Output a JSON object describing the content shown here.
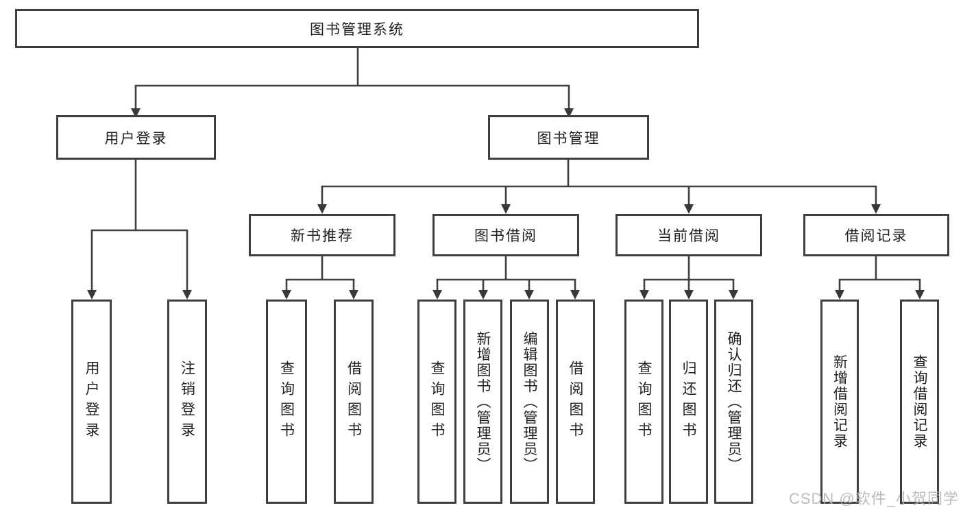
{
  "diagram": {
    "root": {
      "label": "图书管理系统"
    },
    "level2": [
      {
        "id": "user-login",
        "label": "用户登录"
      },
      {
        "id": "book-management",
        "label": "图书管理"
      }
    ],
    "level3": [
      {
        "id": "new-book-recommend",
        "label": "新书推荐"
      },
      {
        "id": "book-borrow",
        "label": "图书借阅"
      },
      {
        "id": "current-borrow",
        "label": "当前借阅"
      },
      {
        "id": "borrow-records",
        "label": "借阅记录"
      }
    ],
    "leaves": {
      "user_login": [
        "用户登录",
        "注销登录"
      ],
      "new_book": [
        "查询图书",
        "借阅图书"
      ],
      "book_borrow": [
        "查询图书",
        "新增图书（管理员）",
        "编辑图书（管理员）",
        "借阅图书"
      ],
      "current_borrow": [
        "查询图书",
        "归还图书",
        "确认归还（管理员）"
      ],
      "borrow_records": [
        "新增借阅记录",
        "查询借阅记录"
      ]
    }
  },
  "watermark": "CSDN @软件_小贺同学",
  "colors": {
    "line": "#3f3f3f",
    "border": "#3f3f3f",
    "text": "#1f1f1f",
    "watermark": "#b2b2b2",
    "background": "#ffffff"
  }
}
